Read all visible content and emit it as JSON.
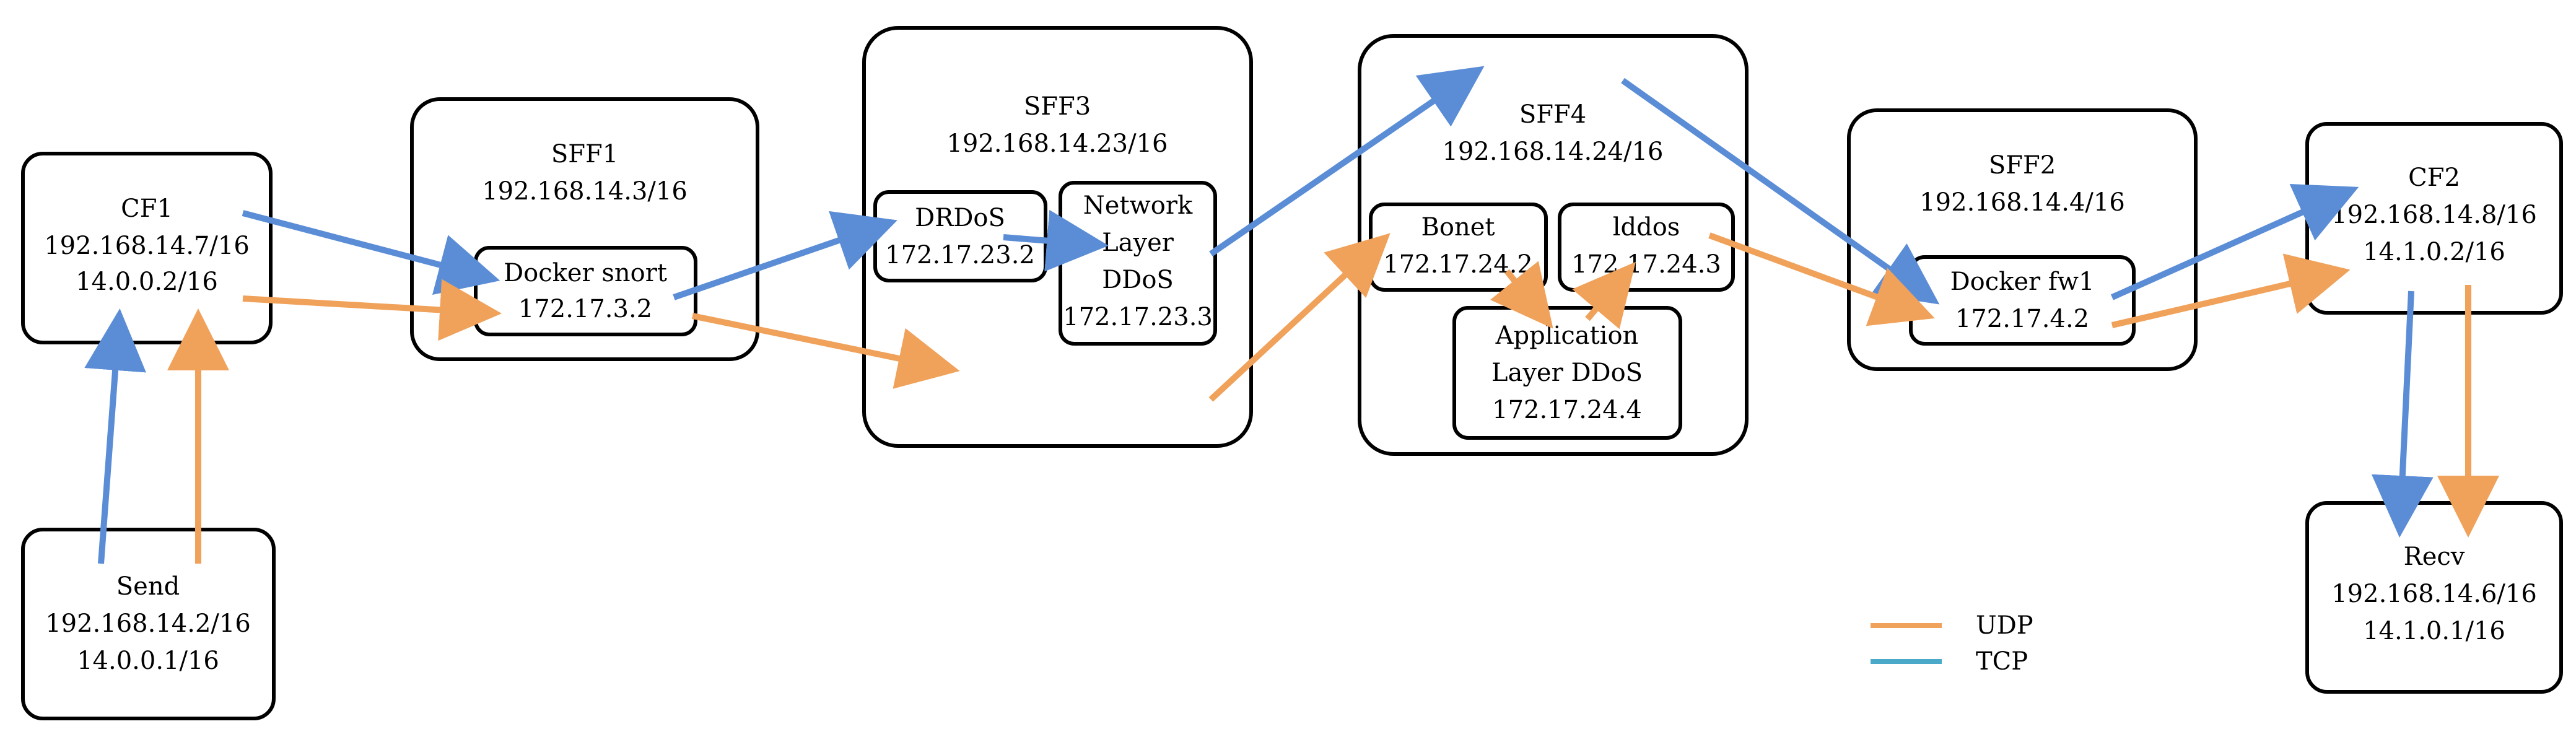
{
  "nodes": {
    "cf1": {
      "name": "CF1",
      "lines": [
        "192.168.14.7/16",
        "14.0.0.2/16"
      ]
    },
    "send": {
      "name": "Send",
      "lines": [
        "192.168.14.2/16",
        "14.0.0.1/16"
      ]
    },
    "sff1": {
      "name": "SFF1",
      "lines": [
        "192.168.14.3/16"
      ]
    },
    "snort": {
      "lines": [
        "Docker snort",
        "172.17.3.2"
      ]
    },
    "sff3": {
      "name": "SFF3",
      "lines": [
        "192.168.14.23/16"
      ]
    },
    "drdos": {
      "lines": [
        "DRDoS",
        "172.17.23.2"
      ]
    },
    "netddos": {
      "lines": [
        "Network",
        "Layer",
        "DDoS",
        "172.17.23.3"
      ]
    },
    "sff4": {
      "name": "SFF4",
      "lines": [
        "192.168.14.24/16"
      ]
    },
    "bonet": {
      "lines": [
        "Bonet",
        "172.17.24.2"
      ]
    },
    "lddos": {
      "lines": [
        "lddos",
        "172.17.24.3"
      ]
    },
    "appddos": {
      "lines": [
        "Application",
        "Layer DDoS",
        "172.17.24.4"
      ]
    },
    "sff2": {
      "name": "SFF2",
      "lines": [
        "192.168.14.4/16"
      ]
    },
    "fw1": {
      "lines": [
        "Docker fw1",
        "172.17.4.2"
      ]
    },
    "cf2": {
      "name": "CF2",
      "lines": [
        "192.168.14.8/16",
        "14.1.0.2/16"
      ]
    },
    "recv": {
      "name": "Recv",
      "lines": [
        "192.168.14.6/16",
        "14.1.0.1/16"
      ]
    }
  },
  "legend": {
    "udp": "UDP",
    "tcp": "TCP"
  },
  "colors": {
    "udp": "#f0a15a",
    "tcp": "#5b8dd6",
    "tcp_legend": "#4aa8c8",
    "border": "#000000"
  }
}
